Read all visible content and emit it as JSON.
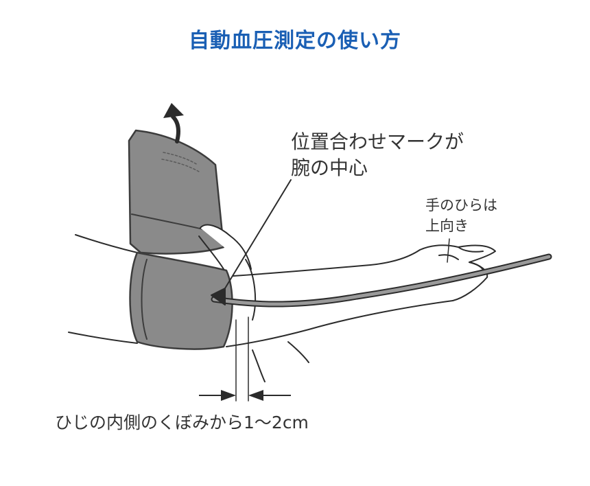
{
  "title": "自動血圧測定の使い方",
  "colors": {
    "title": "#1a5fb4",
    "cuff": "#8a8a8a",
    "cuff_outline": "#3c3c3c",
    "line": "#2b2b2b"
  },
  "callouts": {
    "mark_line1": "位置合わせマークが",
    "mark_line2": "腕の中心",
    "palm_line1": "手のひらは",
    "palm_line2": "上向き",
    "elbow": "ひじの内側のくぼみから1〜2cm"
  },
  "icons": {
    "lift_arrow": "curved-up-arrow-icon",
    "gap_arrows": "inward-arrows-icon"
  }
}
